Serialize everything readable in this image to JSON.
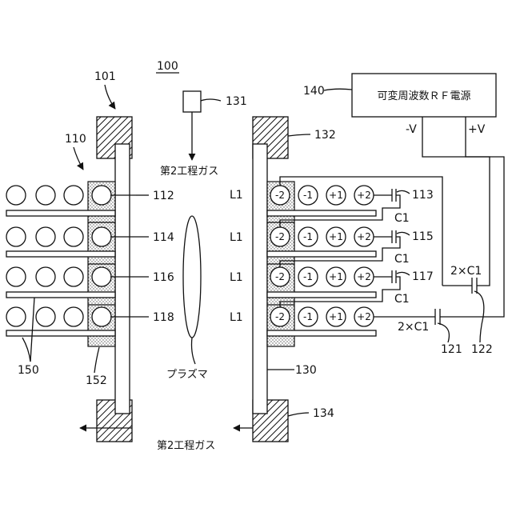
{
  "labels": {
    "fig_number": "100",
    "ref_101": "101",
    "ref_110": "110",
    "ref_112": "112",
    "ref_114": "114",
    "ref_116": "116",
    "ref_118": "118",
    "ref_150": "150",
    "ref_152": "152",
    "ref_131": "131",
    "ref_132": "132",
    "ref_130": "130",
    "ref_134": "134",
    "ref_140": "140",
    "ref_113": "113",
    "ref_115": "115",
    "ref_117": "117",
    "ref_121": "121",
    "ref_122": "122",
    "gas_top": "第2工程ガス",
    "gas_bottom": "第2工程ガス",
    "plasma": "プラズマ",
    "rf_source": "可変周波数ＲＦ電源",
    "minus_v": "-V",
    "plus_v": "+V",
    "cap_2c1_a": "2×C1",
    "cap_2c1_b": "2×C1",
    "c1_1": "C1",
    "c1_2": "C1",
    "c1_3": "C1",
    "l1_1": "L1",
    "l1_2": "L1",
    "l1_3": "L1",
    "l1_4": "L1"
  },
  "coil_terms": [
    "-2",
    "-1",
    "+1",
    "+2"
  ]
}
